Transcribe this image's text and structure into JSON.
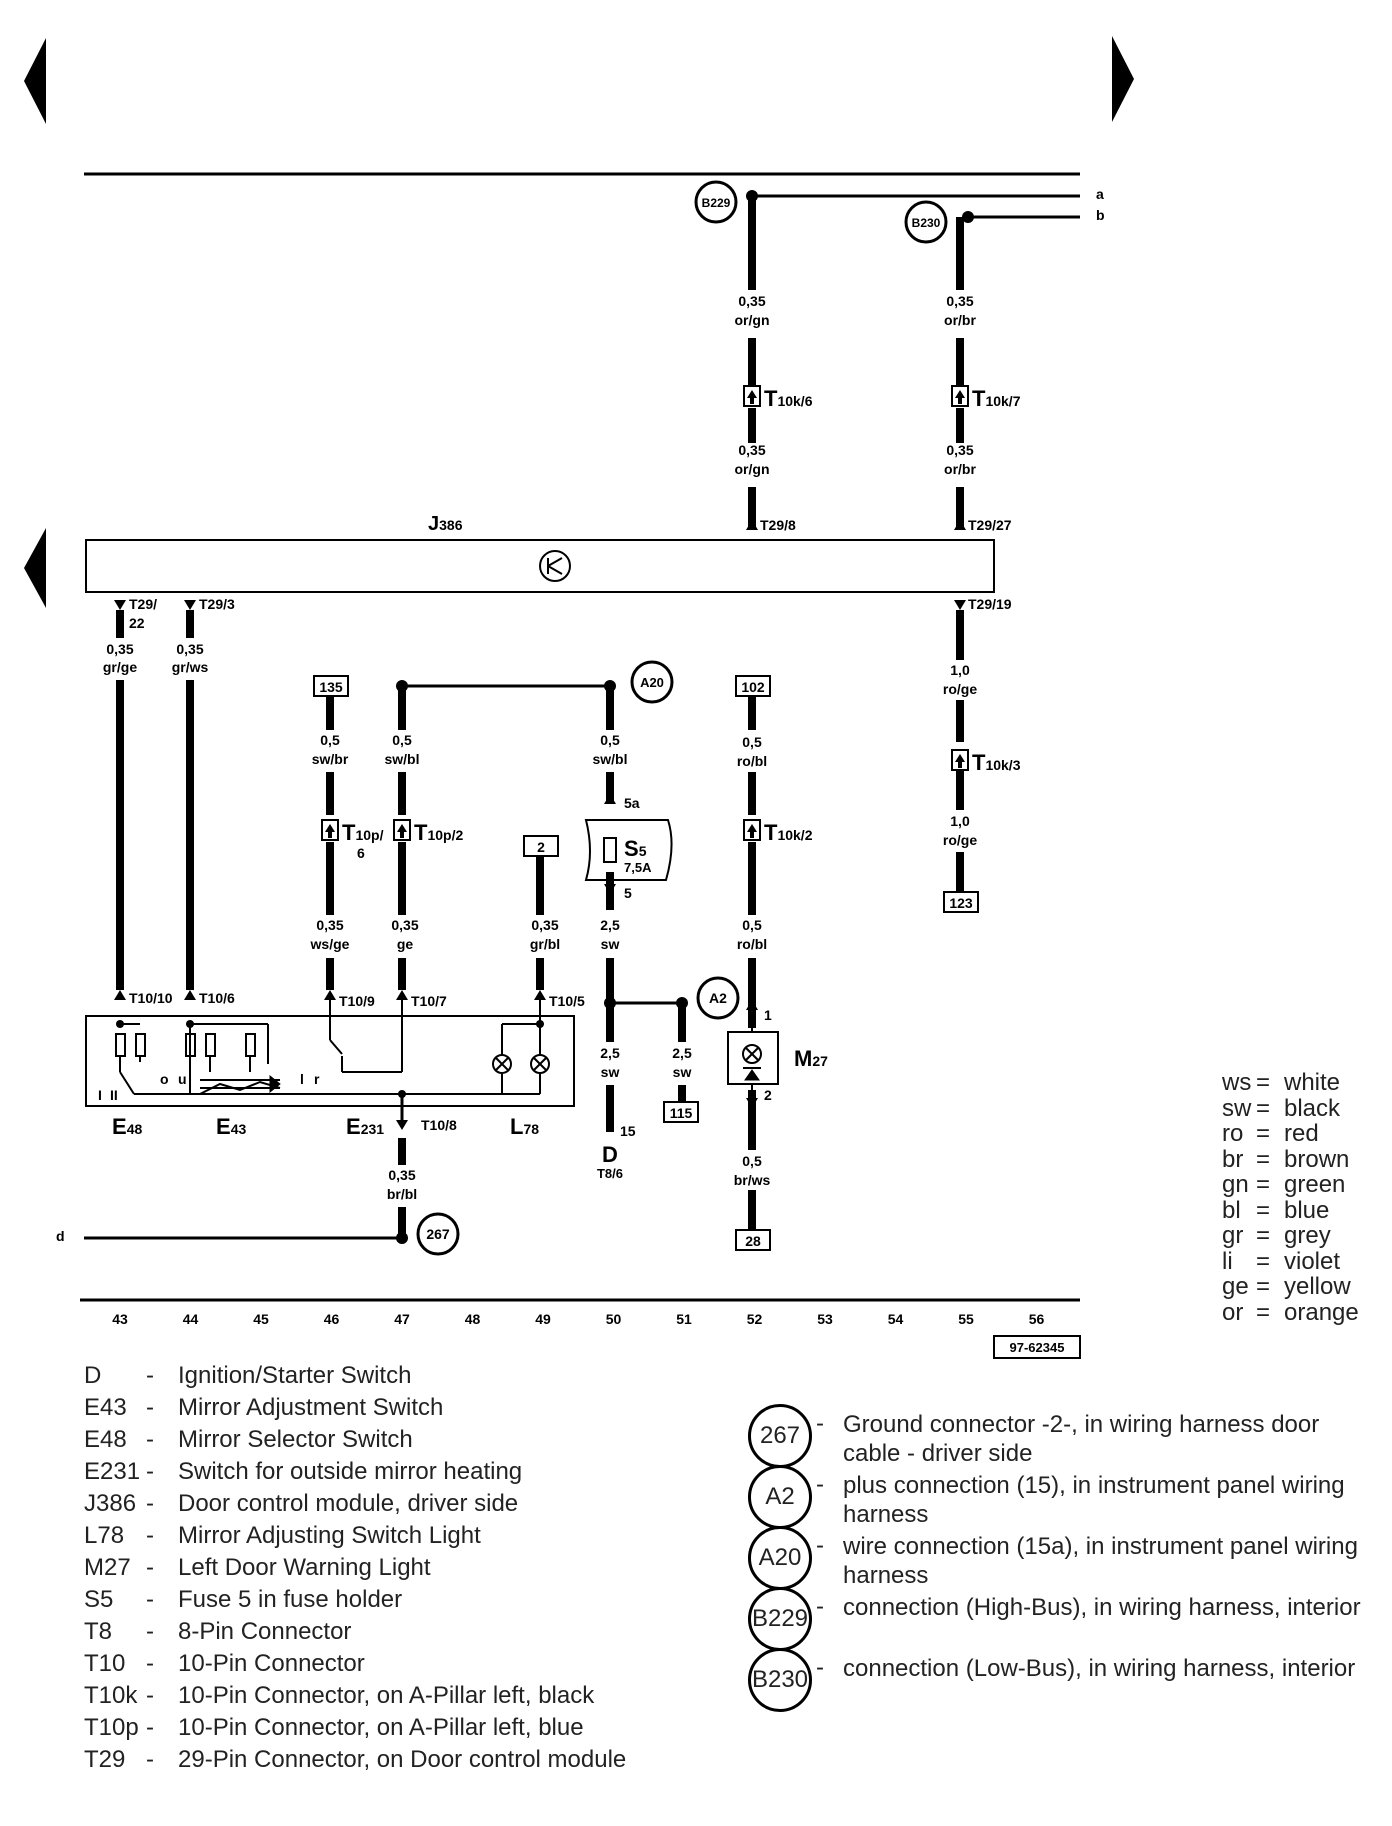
{
  "figure_id": "97-62345",
  "control_module": {
    "name": "J",
    "sub": "386"
  },
  "bus_lines": [
    {
      "connector": "B229",
      "end_label": "a"
    },
    {
      "connector": "B230",
      "end_label": "b"
    }
  ],
  "ground_line_label": "d",
  "wires": {
    "w_b229_top": {
      "size": "0,35",
      "color": "or/gn"
    },
    "w_b229_bot": {
      "size": "0,35",
      "color": "or/gn"
    },
    "w_b230_top": {
      "size": "0,35",
      "color": "or/br"
    },
    "w_b230_bot": {
      "size": "0,35",
      "color": "or/br"
    },
    "w_43": {
      "size": "0,35",
      "color": "gr/ge"
    },
    "w_44": {
      "size": "0,35",
      "color": "gr/ws"
    },
    "w_135_top": {
      "size": "0,5",
      "color": "sw/br"
    },
    "w_135_bot": {
      "size": "0,35",
      "color": "ws/ge"
    },
    "w_47_top": {
      "size": "0,5",
      "color": "sw/bl"
    },
    "w_47_bot": {
      "size": "0,35",
      "color": "ge"
    },
    "w_2": {
      "size": "0,35",
      "color": "gr/bl"
    },
    "w_a20": {
      "size": "0,5",
      "color": "sw/bl"
    },
    "w_s5_bot": {
      "size": "2,5",
      "color": "sw"
    },
    "w_d": {
      "size": "2,5",
      "color": "sw"
    },
    "w_115": {
      "size": "2,5",
      "color": "sw"
    },
    "w_102_top": {
      "size": "0,5",
      "color": "ro/bl"
    },
    "w_102_bot": {
      "size": "0,5",
      "color": "ro/bl"
    },
    "w_m27_bot": {
      "size": "0,5",
      "color": "br/ws"
    },
    "w_r_top": {
      "size": "1,0",
      "color": "ro/ge"
    },
    "w_r_bot": {
      "size": "1,0",
      "color": "ro/ge"
    },
    "w_gnd": {
      "size": "0,35",
      "color": "br/bl"
    }
  },
  "pins": {
    "t29_8": "T29/8",
    "t29_27": "T29/27",
    "t29_19": "T29/19",
    "t29_22a": "T29/",
    "t29_22b": "22",
    "t29_3": "T29/3",
    "t10_10": "T10/10",
    "t10_6": "T10/6",
    "t10_9": "T10/9",
    "t10_7": "T10/7",
    "t10_5": "T10/5",
    "t10_8": "T10/8",
    "s5_in": "5a",
    "s5_out": "5",
    "m27_1": "1",
    "m27_2": "2",
    "d_15": "15",
    "d_t8": "T8/6"
  },
  "connectors": {
    "t10k6": {
      "name": "T",
      "sub": "10k/6"
    },
    "t10k7": {
      "name": "T",
      "sub": "10k/7"
    },
    "t10k3": {
      "name": "T",
      "sub": "10k/3"
    },
    "t10k2": {
      "name": "T",
      "sub": "10k/2"
    },
    "t10p6": {
      "name": "T",
      "sub": "10p/",
      "sub2": "6"
    },
    "t10p2": {
      "name": "T",
      "sub": "10p/2"
    }
  },
  "fuse": {
    "name": "S",
    "sub": "5",
    "rating": "7,5A"
  },
  "boxes": [
    "135",
    "102",
    "2",
    "123",
    "115",
    "28"
  ],
  "circles": [
    "A20",
    "A2",
    "267"
  ],
  "components": {
    "e48": {
      "name": "E",
      "sub": "48"
    },
    "e43": {
      "name": "E",
      "sub": "43"
    },
    "e231": {
      "name": "E",
      "sub": "231"
    },
    "l78": {
      "name": "L",
      "sub": "78"
    },
    "m27": {
      "name": "M",
      "sub": "27"
    },
    "d": {
      "name": "D"
    }
  },
  "switch_marks": {
    "i": "I",
    "ii": "II",
    "o": "o",
    "u": "u",
    "l": "l",
    "r": "r"
  },
  "grid_numbers": [
    "43",
    "44",
    "45",
    "46",
    "47",
    "48",
    "49",
    "50",
    "51",
    "52",
    "53",
    "54",
    "55",
    "56"
  ],
  "color_codes": [
    {
      "abbr": "ws",
      "name": "white"
    },
    {
      "abbr": "sw",
      "name": "black"
    },
    {
      "abbr": "ro",
      "name": "red"
    },
    {
      "abbr": "br",
      "name": "brown"
    },
    {
      "abbr": "gn",
      "name": "green"
    },
    {
      "abbr": "bl",
      "name": "blue"
    },
    {
      "abbr": "gr",
      "name": "grey"
    },
    {
      "abbr": "li",
      "name": "violet"
    },
    {
      "abbr": "ge",
      "name": "yellow"
    },
    {
      "abbr": "or",
      "name": "orange"
    }
  ],
  "legend": [
    {
      "code": "D",
      "desc": "Ignition/Starter Switch"
    },
    {
      "code": "E43",
      "desc": "Mirror Adjustment Switch"
    },
    {
      "code": "E48",
      "desc": "Mirror Selector Switch"
    },
    {
      "code": "E231",
      "desc": "Switch for outside mirror heating"
    },
    {
      "code": "J386",
      "desc": "Door control module, driver side"
    },
    {
      "code": "L78",
      "desc": "Mirror Adjusting Switch Light"
    },
    {
      "code": "M27",
      "desc": "Left Door Warning Light"
    },
    {
      "code": "S5",
      "desc": "Fuse 5 in fuse holder"
    },
    {
      "code": "T8",
      "desc": "8-Pin Connector"
    },
    {
      "code": "T10",
      "desc": "10-Pin Connector"
    },
    {
      "code": "T10k",
      "desc": "10-Pin Connector, on A-Pillar left, black"
    },
    {
      "code": "T10p",
      "desc": "10-Pin Connector, on A-Pillar left, blue"
    },
    {
      "code": "T29",
      "desc": "29-Pin Connector, on Door control module"
    }
  ],
  "ground_legend": [
    {
      "code": "267",
      "desc": "Ground connector -2-, in wiring harness door cable - driver side"
    },
    {
      "code": "A2",
      "desc": "plus connection (15), in instrument panel wiring harness"
    },
    {
      "code": "A20",
      "desc": "wire connection (15a), in instrument panel wiring harness"
    },
    {
      "code": "B229",
      "desc": "connection (High-Bus), in wiring harness, interior"
    },
    {
      "code": "B230",
      "desc": "connection (Low-Bus), in wiring harness, interior"
    }
  ],
  "legend_dash": "-"
}
